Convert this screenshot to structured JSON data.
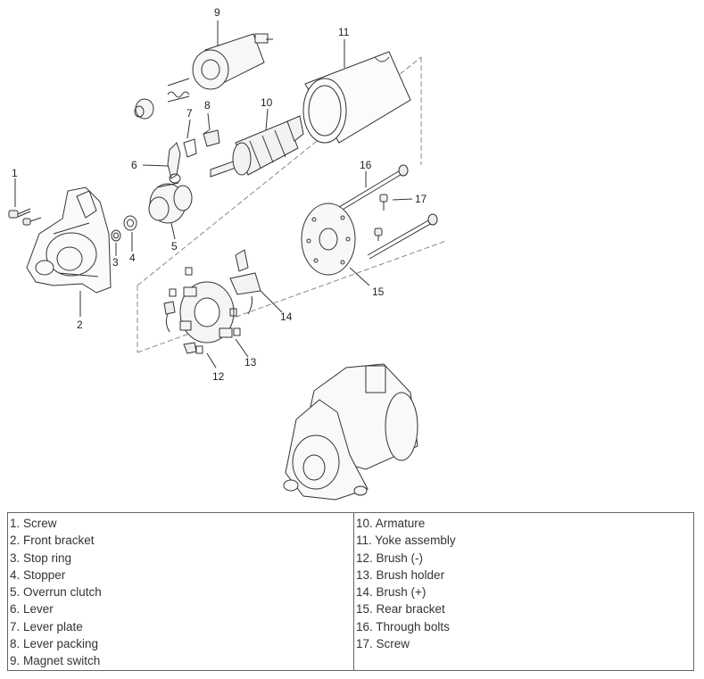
{
  "callouts": {
    "c1": "1",
    "c2": "2",
    "c3": "3",
    "c4": "4",
    "c5": "5",
    "c6": "6",
    "c7": "7",
    "c8": "8",
    "c9": "9",
    "c10": "10",
    "c11": "11",
    "c12": "12",
    "c13": "13",
    "c14": "14",
    "c15": "15",
    "c16": "16",
    "c17": "17"
  },
  "legend": {
    "left": [
      "1. Screw",
      "2. Front bracket",
      "3. Stop ring",
      "4. Stopper",
      "5. Overrun clutch",
      "6. Lever",
      "7. Lever plate",
      "8. Lever packing",
      "9. Magnet switch"
    ],
    "right": [
      "10. Armature",
      "11. Yoke assembly",
      "12. Brush (-)",
      "13. Brush holder",
      "14. Brush (+)",
      "15. Rear bracket",
      "16. Through bolts",
      "17. Screw"
    ]
  }
}
